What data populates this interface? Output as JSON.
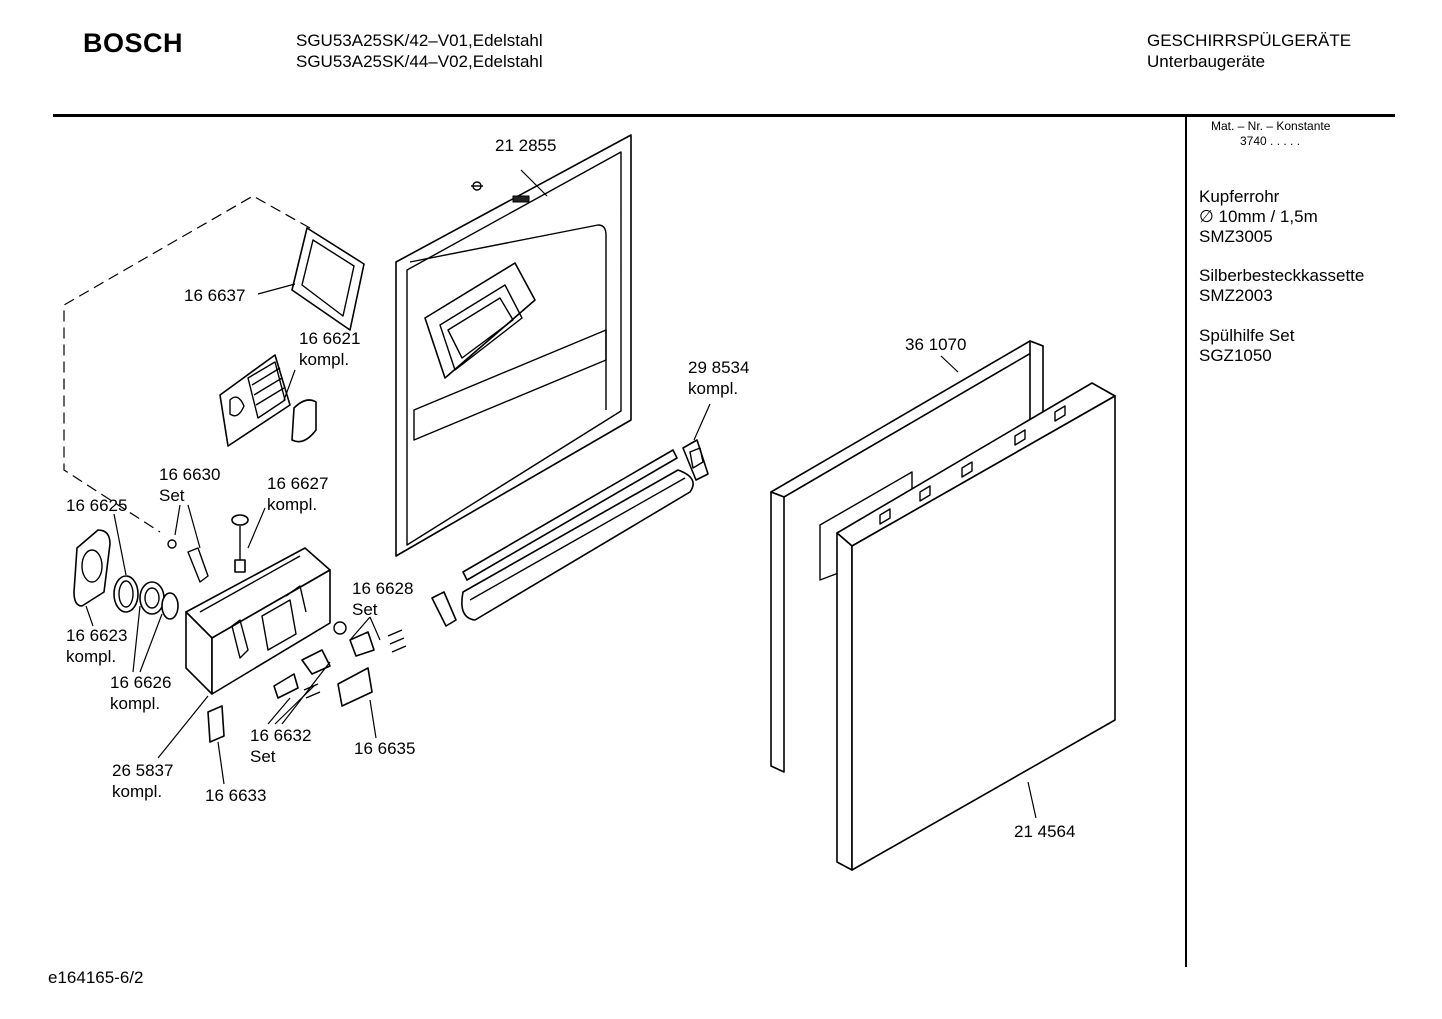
{
  "header": {
    "brand": "BOSCH",
    "model_line_1": "SGU53A25SK/42–V01,Edelstahl",
    "model_line_2": "SGU53A25SK/44–V02,Edelstahl",
    "category_line_1": "GESCHIRRSPÜLGERÄTE",
    "category_line_2": "Unterbaugeräte"
  },
  "sidebar": {
    "konstante_label": "Mat. – Nr. – Konstante",
    "konstante_value": "3740 .  .  .  .  .",
    "accessories": [
      {
        "name": "Kupferrohr",
        "detail": "∅ 10mm / 1,5m",
        "code": "SMZ3005"
      },
      {
        "name": "Silberbesteckkassette",
        "code": "SMZ2003"
      },
      {
        "name": "Spülhilfe Set",
        "code": "SGZ1050"
      }
    ]
  },
  "parts": [
    {
      "number": "21 2855"
    },
    {
      "number": "16 6637"
    },
    {
      "number": "16 6621",
      "note": "kompl."
    },
    {
      "number": "29 8534",
      "note": "kompl."
    },
    {
      "number": "36 1070"
    },
    {
      "number": "16 6630",
      "note": "Set"
    },
    {
      "number": "16 6627",
      "note": "kompl."
    },
    {
      "number": "16 6625"
    },
    {
      "number": "16 6628",
      "note": "Set"
    },
    {
      "number": "16 6623",
      "note": "kompl."
    },
    {
      "number": "16 6626",
      "note": "kompl."
    },
    {
      "number": "16 6632",
      "note": "Set"
    },
    {
      "number": "16 6635"
    },
    {
      "number": "26 5837",
      "note": "kompl."
    },
    {
      "number": "16 6633"
    },
    {
      "number": "21 4564"
    }
  ],
  "footer": {
    "drawing_id": "e164165-6/2"
  }
}
